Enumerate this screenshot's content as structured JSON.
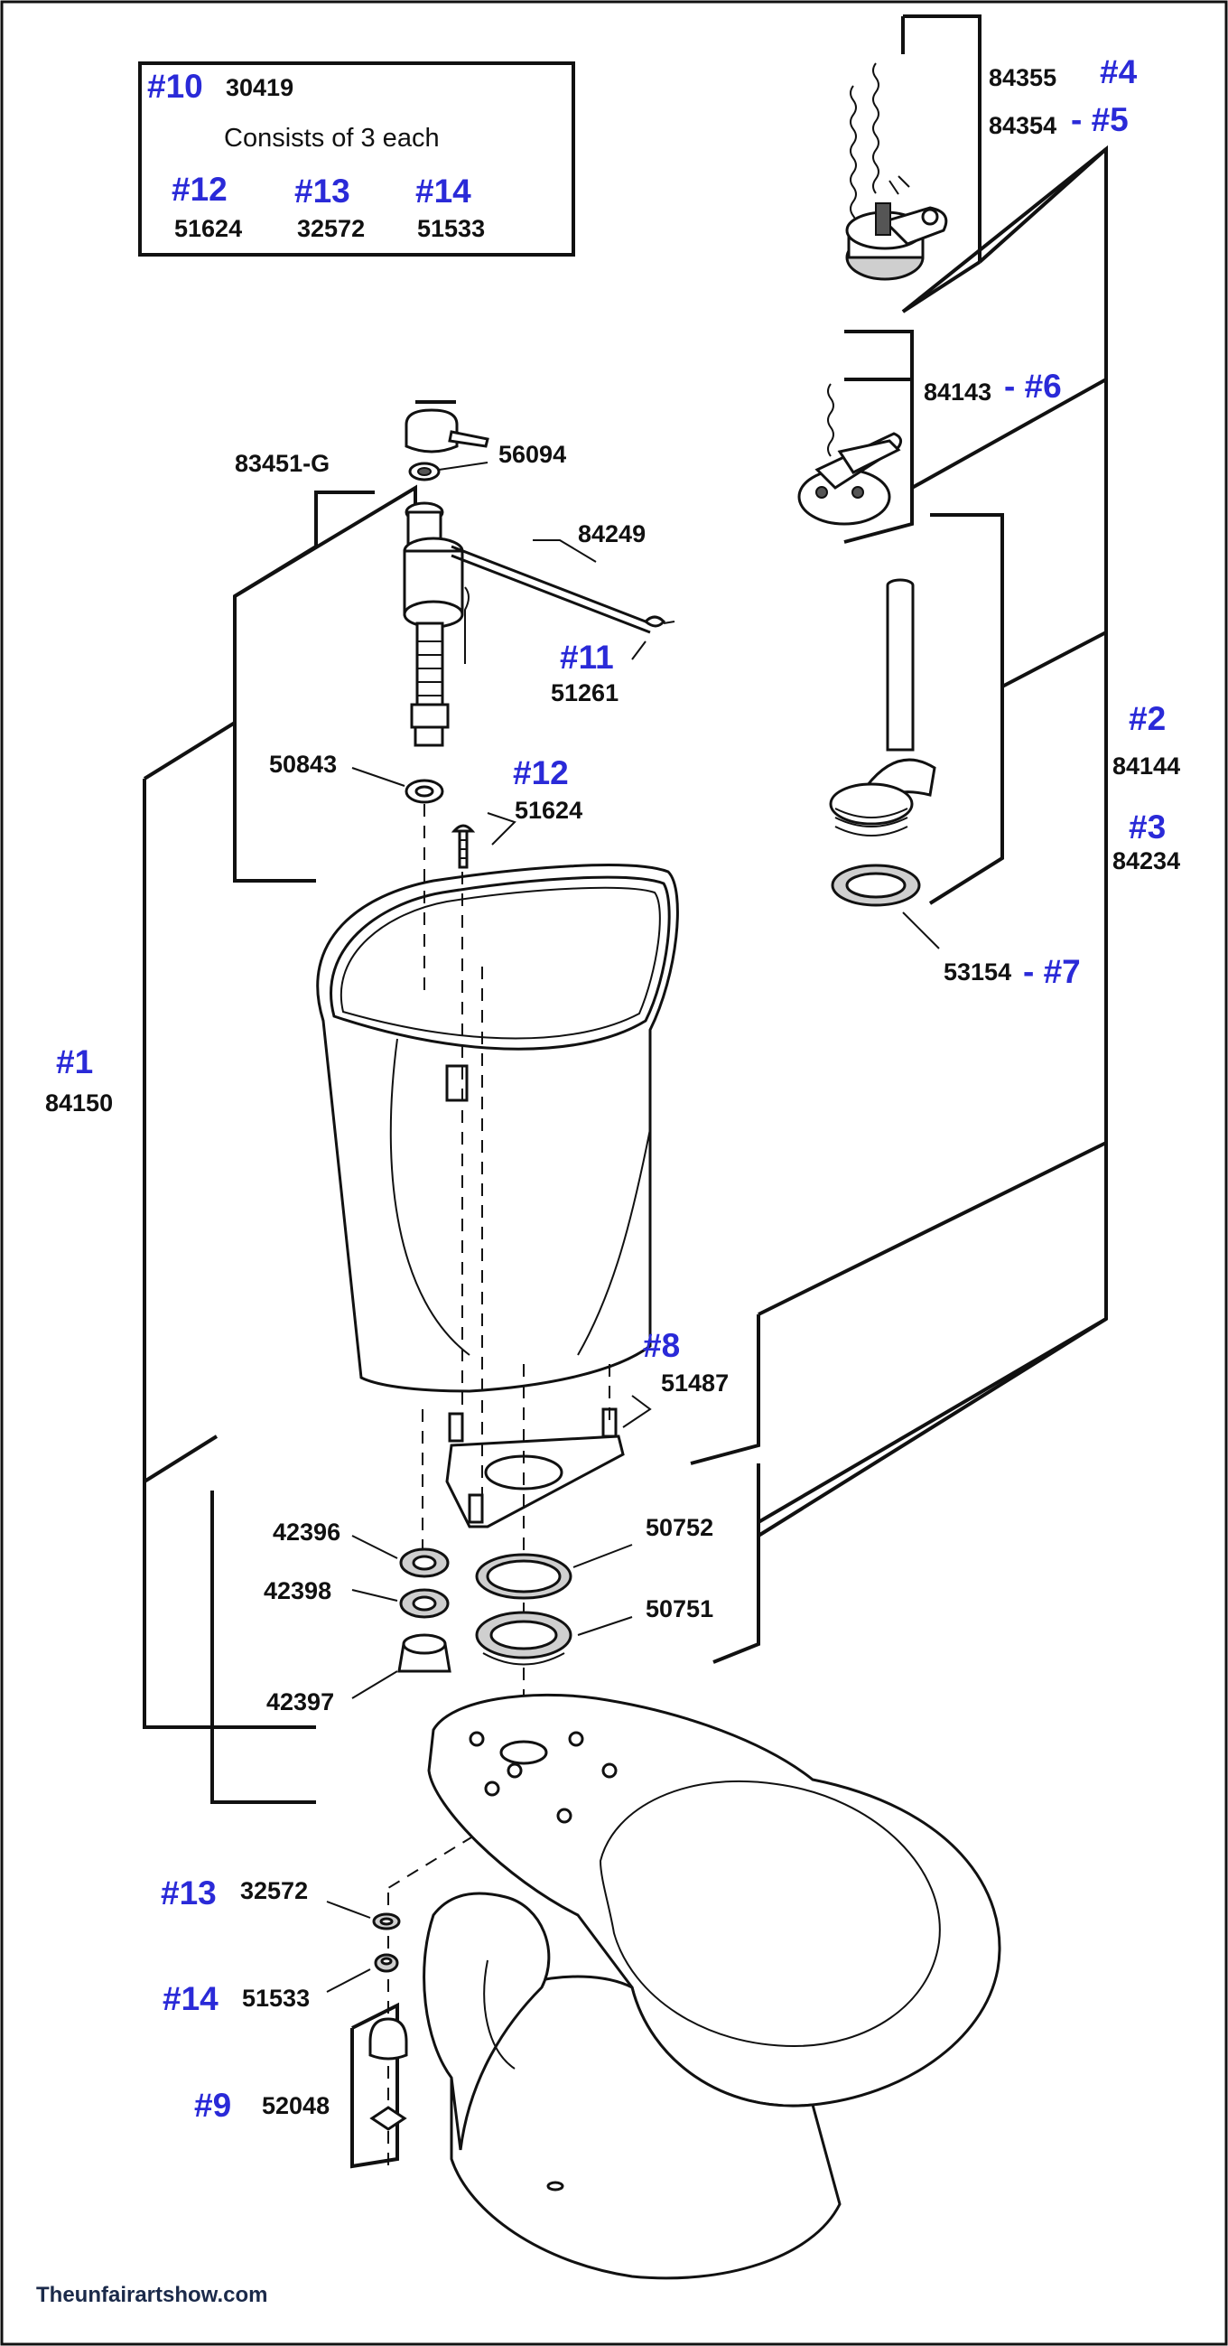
{
  "kit_box": {
    "ref": "#10",
    "part": "30419",
    "note": "Consists of 3 each",
    "items": [
      {
        "ref": "#12",
        "part": "51624"
      },
      {
        "ref": "#13",
        "part": "32572"
      },
      {
        "ref": "#14",
        "part": "51533"
      }
    ]
  },
  "callouts": {
    "p84355": "84355",
    "r4": "#4",
    "p84354": "84354",
    "r5": "- #5",
    "p84143": "84143",
    "r6": "- #6",
    "p83451g": "83451-G",
    "p56094": "56094",
    "p84249": "84249",
    "r11": "#11",
    "p51261": "51261",
    "p50843": "50843",
    "r12": "#12",
    "p51624": "51624",
    "r2": "#2",
    "p84144": "84144",
    "r3": "#3",
    "p84234": "84234",
    "p53154": "53154",
    "r7": "- #7",
    "r1": "#1",
    "p84150": "84150",
    "r8": "#8",
    "p51487": "51487",
    "p42396": "42396",
    "p50752": "50752",
    "p42398": "42398",
    "p50751": "50751",
    "p42397": "42397",
    "r13": "#13",
    "p32572": "32572",
    "r14": "#14",
    "p51533": "51533",
    "r9": "#9",
    "p52048": "52048"
  },
  "watermark": "Theunfairartshow.com",
  "colors": {
    "ref_number": "#2a2ad8",
    "part_number": "#111111",
    "line": "#111111",
    "background": "#ffffff"
  }
}
